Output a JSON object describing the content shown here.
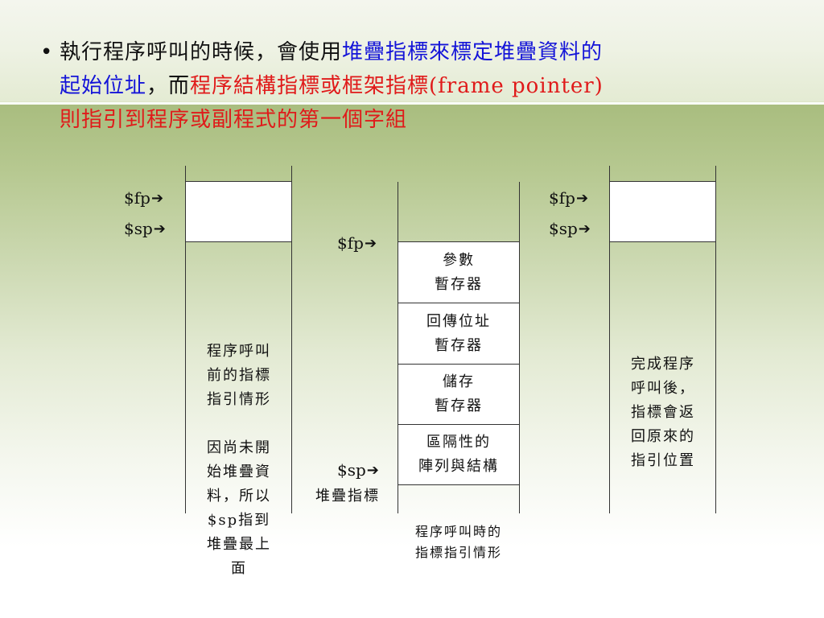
{
  "bullet": {
    "seg1": "執行程序呼叫的時候，會使用",
    "seg2": "堆疊指標來標定堆疊資料的",
    "seg3": "起始位址",
    "seg4": "，而",
    "seg5": "程序結構指標或框架指標(frame pointer)",
    "seg6": "則指引到程序或副程式的第一個字組",
    "dot": "•"
  },
  "stack1": {
    "fp_label": "$fp",
    "sp_label": "$sp",
    "caption_lines": [
      "程序呼叫",
      "前的指標",
      "指引情形",
      "",
      "因尚未開",
      "始堆疊資",
      "料，所以",
      "$sp指到",
      "堆疊最上",
      "面"
    ]
  },
  "stack2": {
    "fp_label": "$fp",
    "sp_label": "$sp",
    "sp_sub": "堆疊指標",
    "cells": [
      {
        "line1": "參數",
        "line2": "暫存器"
      },
      {
        "line1": "回傳位址",
        "line2": "暫存器"
      },
      {
        "line1": "儲存",
        "line2": "暫存器"
      },
      {
        "line1": "區隔性的",
        "line2": "陣列與結構"
      }
    ],
    "caption_lines": [
      "程序呼叫時的",
      "指標指引情形"
    ]
  },
  "stack3": {
    "fp_label": "$fp",
    "sp_label": "$sp",
    "caption_lines": [
      "完成程序",
      "呼叫後，",
      "指標會返",
      "回原來的",
      "指引位置"
    ]
  },
  "arrow_glyph": "➔",
  "colors": {
    "blue": "#1414d8",
    "red": "#e01a1a"
  }
}
